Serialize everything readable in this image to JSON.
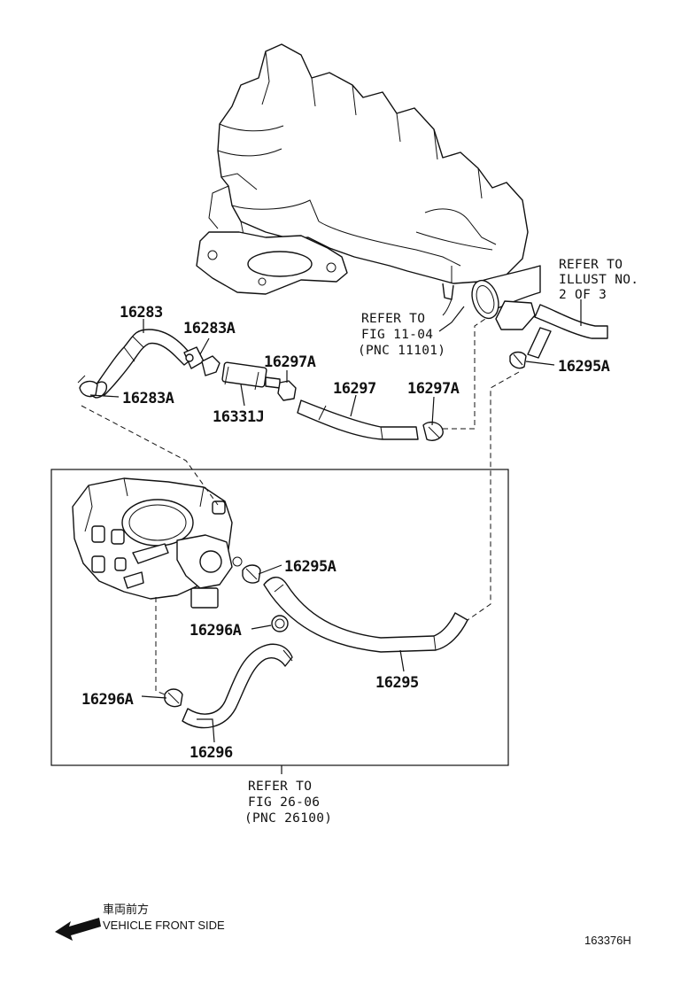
{
  "part_labels": {
    "p16283": "16283",
    "p16283A_top": "16283A",
    "p16283A_bottom": "16283A",
    "p16331J": "16331J",
    "p16297A_left": "16297A",
    "p16297": "16297",
    "p16297A_right": "16297A",
    "p16295A_top": "16295A",
    "p16295A_mid": "16295A",
    "p16295": "16295",
    "p16296A_upper": "16296A",
    "p16296A_lower": "16296A",
    "p16296": "16296"
  },
  "references": {
    "fig11": {
      "line1": "REFER TO",
      "line2": "FIG 11-04",
      "line3": "(PNC 11101)"
    },
    "illust": {
      "line1": "REFER TO",
      "line2": "ILLUST NO.",
      "line3": "2 OF 3"
    },
    "fig26": {
      "line1": "REFER TO",
      "line2": "FIG 26-06",
      "line3": "(PNC 26100)"
    }
  },
  "direction": {
    "japanese": "車両前方",
    "english": "VEHICLE FRONT SIDE"
  },
  "illustration_number": "163376H"
}
